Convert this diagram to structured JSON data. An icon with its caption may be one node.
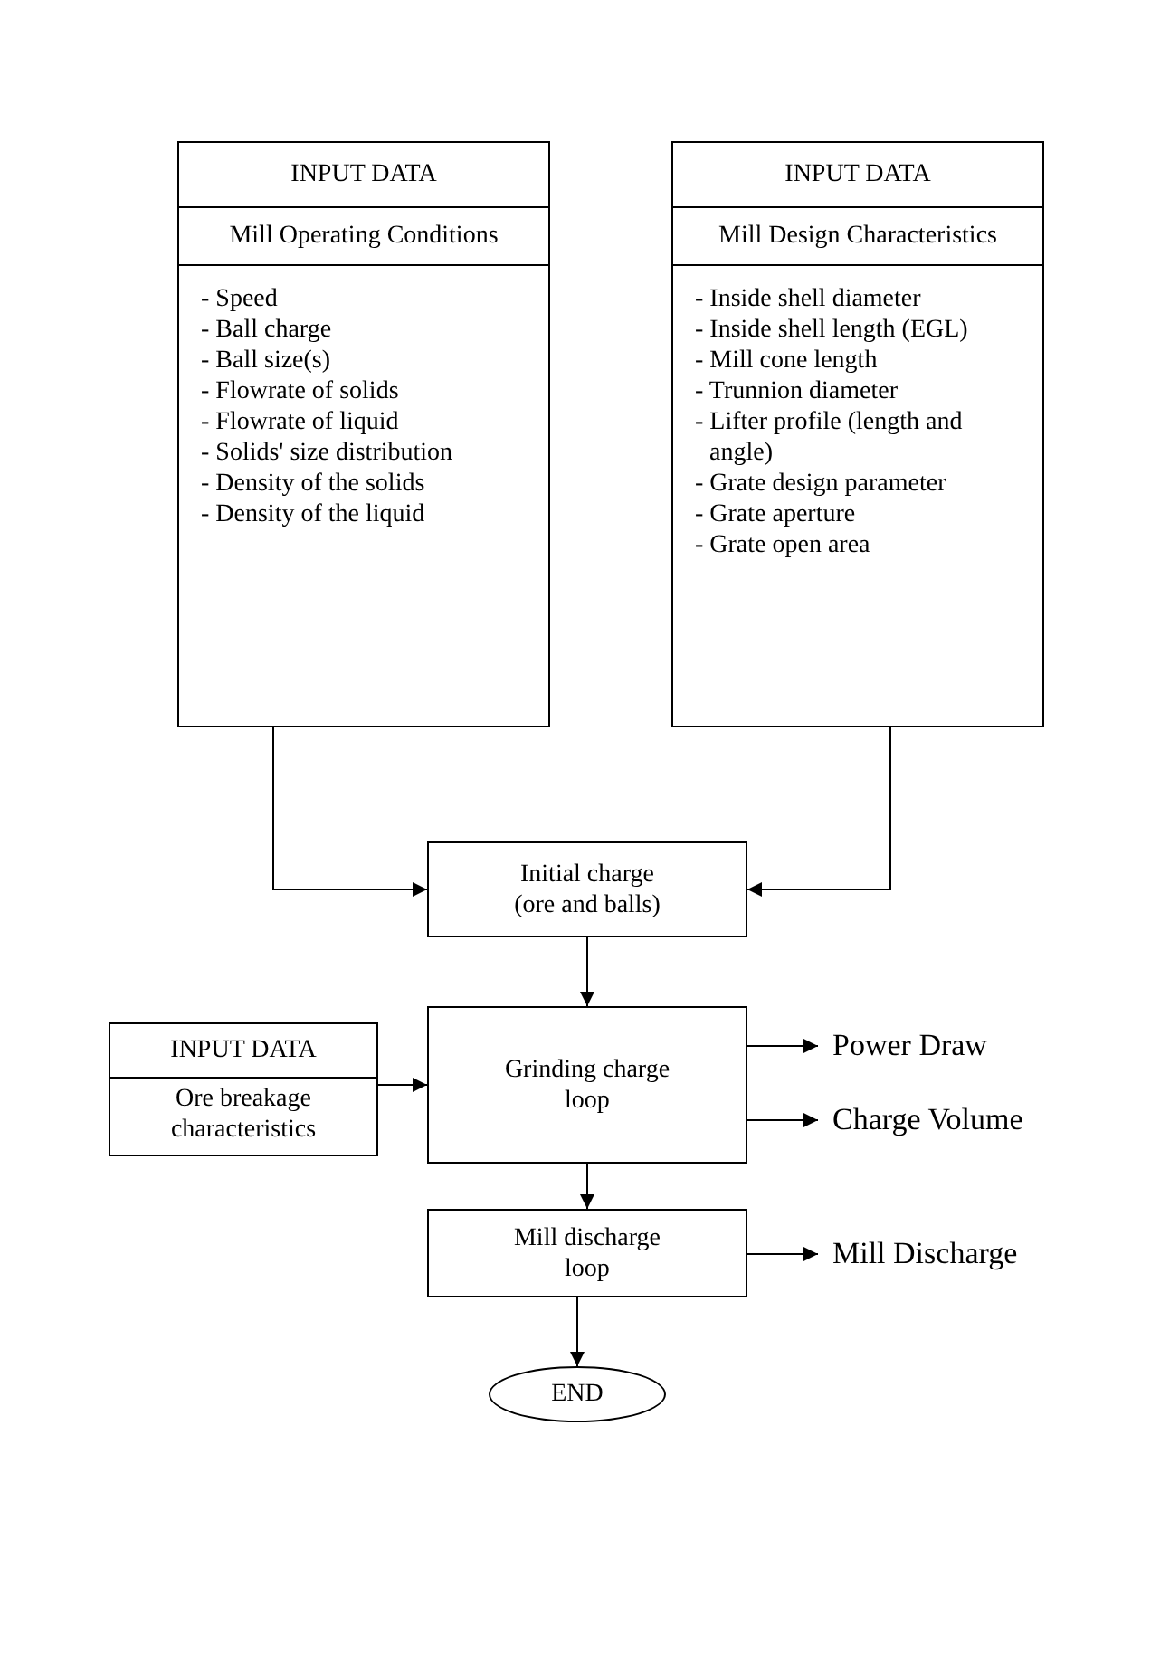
{
  "diagram": {
    "nodes": [
      {
        "text": [
          "INPUT DATA",
          "Mill Operating Conditions",
          "- Speed",
          "- Ball charge",
          "- Ball size(s)",
          "- Flowrate of solids",
          "- Flowrate of liquid",
          "- Solids' size distribution",
          "- Density of the solids",
          "- Density of the liquid"
        ]
      },
      {
        "text": [
          "INPUT DATA",
          "Mill Design Characteristics",
          "- Inside shell diameter",
          "- Inside shell length (EGL)",
          "- Mill cone length",
          "- Trunnion diameter",
          "- Lifter profile (length and angle)",
          "- Grate design parameter",
          "- Grate aperture",
          "- Grate open area"
        ]
      },
      {
        "text": [
          "Initial charge (ore and balls)"
        ]
      },
      {
        "text": [
          "INPUT DATA",
          "Ore breakage characteristics"
        ]
      },
      {
        "text": [
          "Grinding charge loop"
        ]
      },
      {
        "text": [
          "Power Draw"
        ]
      },
      {
        "text": [
          "Charge Volume"
        ]
      },
      {
        "text": [
          "Mill discharge loop"
        ]
      },
      {
        "text": [
          "Mill Discharge"
        ]
      },
      {
        "text": [
          "END"
        ]
      }
    ],
    "edges": [
      {
        "from": 0,
        "to": 2,
        "arrow": "to"
      },
      {
        "from": 1,
        "to": 2,
        "arrow": "to"
      },
      {
        "from": 2,
        "to": 4,
        "arrow": "to"
      },
      {
        "from": 3,
        "to": 4,
        "arrow": "to"
      },
      {
        "from": 4,
        "to": 5,
        "arrow": "to"
      },
      {
        "from": 4,
        "to": 6,
        "arrow": "to"
      },
      {
        "from": 4,
        "to": 7,
        "arrow": "to"
      },
      {
        "from": 7,
        "to": 8,
        "arrow": "to"
      },
      {
        "from": 7,
        "to": 9,
        "arrow": "to"
      }
    ]
  }
}
